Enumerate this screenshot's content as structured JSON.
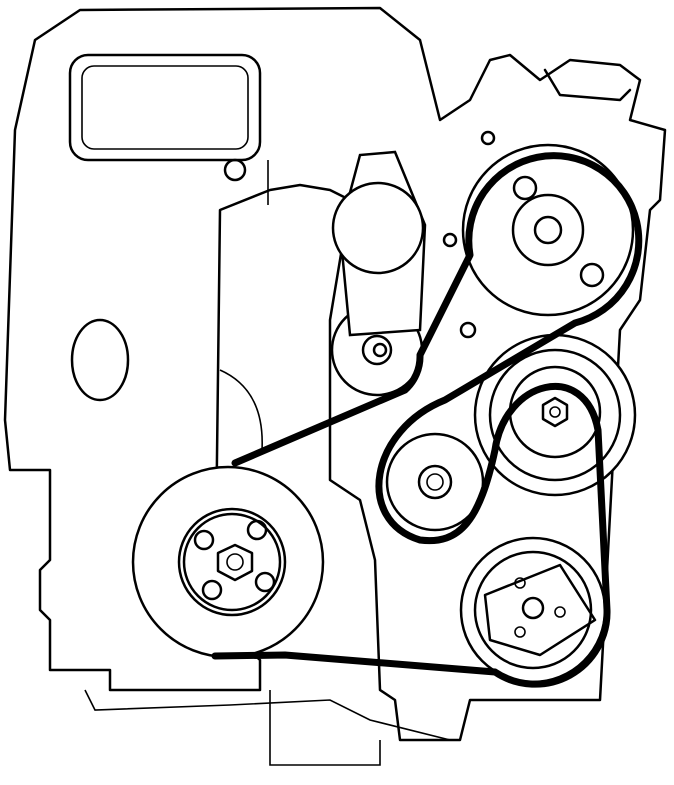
{
  "colors": {
    "line": "#000000",
    "background": "#ffffff"
  },
  "components": [
    {
      "id": "engine-block"
    },
    {
      "id": "crankshaft-pulley"
    },
    {
      "id": "power-steering-pulley"
    },
    {
      "id": "alternator-pulley"
    },
    {
      "id": "idler-pulley"
    },
    {
      "id": "tensioner-pulley"
    },
    {
      "id": "ac-compressor-pulley"
    },
    {
      "id": "drive-belt"
    }
  ]
}
